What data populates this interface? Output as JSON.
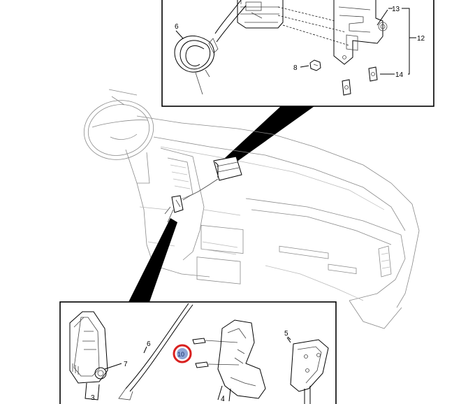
{
  "callouts": {
    "c13": "13",
    "c12": "12",
    "c6_top": "6",
    "c8": "8",
    "c14": "14",
    "c6_bottom": "6",
    "c7": "7",
    "c10": "10",
    "c5": "5",
    "c3": "3",
    "c4": "4"
  },
  "colors": {
    "highlight_ring": "#d9201f",
    "highlight_fill": "#8fa6d6",
    "leader_fill": "#000000"
  }
}
